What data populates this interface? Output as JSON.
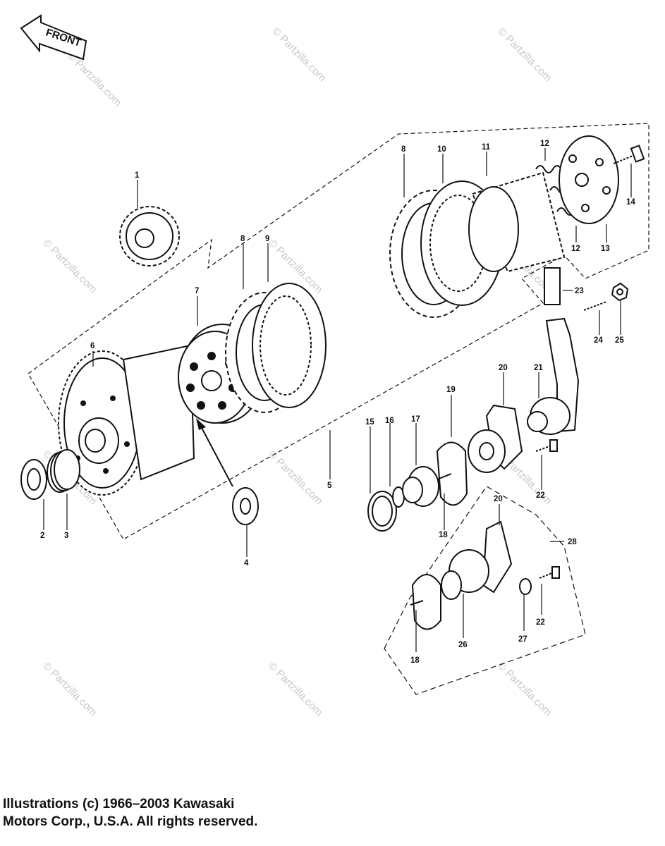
{
  "front_label": "FRONT",
  "watermark": "© Partzilla.com",
  "callouts": [
    "1",
    "2",
    "3",
    "4",
    "5",
    "6",
    "7",
    "8",
    "8",
    "9",
    "10",
    "11",
    "12",
    "12",
    "13",
    "14",
    "15",
    "16",
    "17",
    "18",
    "18",
    "19",
    "20",
    "20",
    "21",
    "22",
    "22",
    "23",
    "24",
    "25",
    "26",
    "27",
    "28"
  ],
  "copyright": {
    "line1": "Illustrations (c) 1966–2003 Kawasaki",
    "line2": "Motors Corp., U.S.A.  All rights reserved."
  }
}
